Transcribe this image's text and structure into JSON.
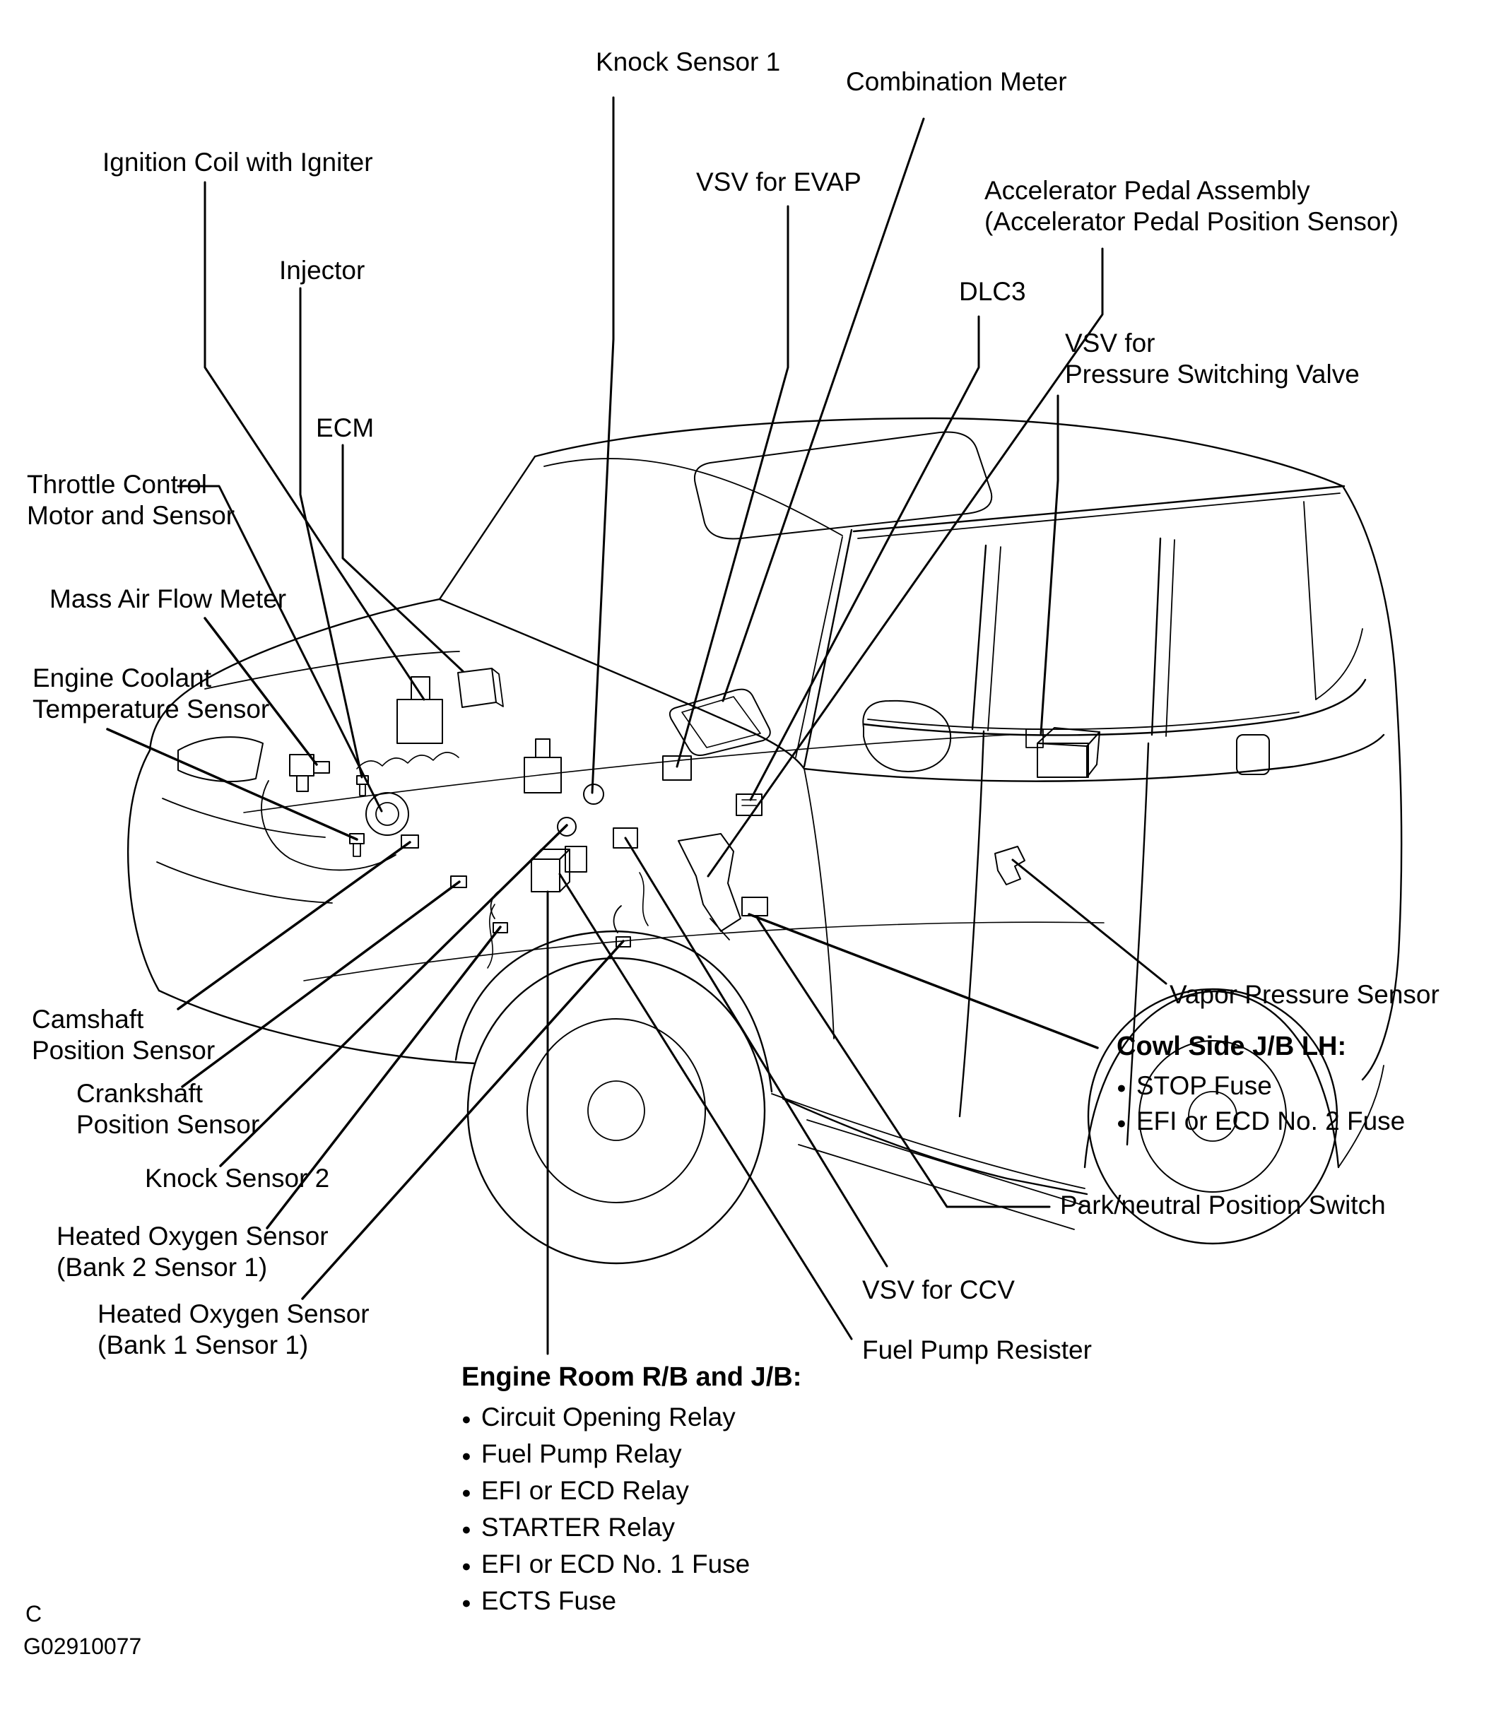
{
  "colors": {
    "background": "#ffffff",
    "line": "#000000",
    "text": "#000000"
  },
  "labels": [
    {
      "id": "ignition-coil",
      "text": "Ignition Coil with Igniter"
    },
    {
      "id": "knock-sensor-1",
      "text": "Knock Sensor 1"
    },
    {
      "id": "combination-meter",
      "text": "Combination Meter"
    },
    {
      "id": "vsv-evap",
      "text": "VSV for EVAP"
    },
    {
      "id": "accelerator-pedal",
      "text": "Accelerator Pedal Assembly\n(Accelerator Pedal Position Sensor)"
    },
    {
      "id": "injector",
      "text": "Injector"
    },
    {
      "id": "dlc3",
      "text": "DLC3"
    },
    {
      "id": "vsv-pressure-switching",
      "text": "VSV for\nPressure Switching Valve"
    },
    {
      "id": "ecm",
      "text": "ECM"
    },
    {
      "id": "throttle-control",
      "text": "Throttle Control\nMotor and Sensor"
    },
    {
      "id": "mass-air-flow",
      "text": "Mass Air Flow Meter"
    },
    {
      "id": "engine-coolant",
      "text": "Engine Coolant\nTemperature Sensor"
    },
    {
      "id": "camshaft",
      "text": "Camshaft\nPosition Sensor"
    },
    {
      "id": "crankshaft",
      "text": "Crankshaft\nPosition Sensor"
    },
    {
      "id": "knock-sensor-2",
      "text": "Knock Sensor 2"
    },
    {
      "id": "ho2s-bank2",
      "text": "Heated Oxygen Sensor\n(Bank 2 Sensor 1)"
    },
    {
      "id": "ho2s-bank1",
      "text": "Heated Oxygen Sensor\n(Bank 1 Sensor 1)"
    },
    {
      "id": "vapor-pressure",
      "text": "Vapor Pressure Sensor"
    },
    {
      "id": "park-neutral",
      "text": "Park/neutral Position Switch"
    },
    {
      "id": "vsv-ccv",
      "text": "VSV for CCV"
    },
    {
      "id": "fuel-pump-resister",
      "text": "Fuel Pump Resister"
    }
  ],
  "cowl_side_block": {
    "title": "Cowl Side J/B LH:",
    "items": [
      "STOP Fuse",
      "EFI or ECD No. 2 Fuse"
    ]
  },
  "engine_room_block": {
    "title": "Engine Room R/B and J/B:",
    "items": [
      "Circuit Opening Relay",
      "Fuel Pump Relay",
      "EFI or ECD Relay",
      "STARTER Relay",
      "EFI or ECD No. 1 Fuse",
      "ECTS Fuse"
    ]
  },
  "footer": {
    "page_marker": "C",
    "figure_code": "G02910077"
  }
}
